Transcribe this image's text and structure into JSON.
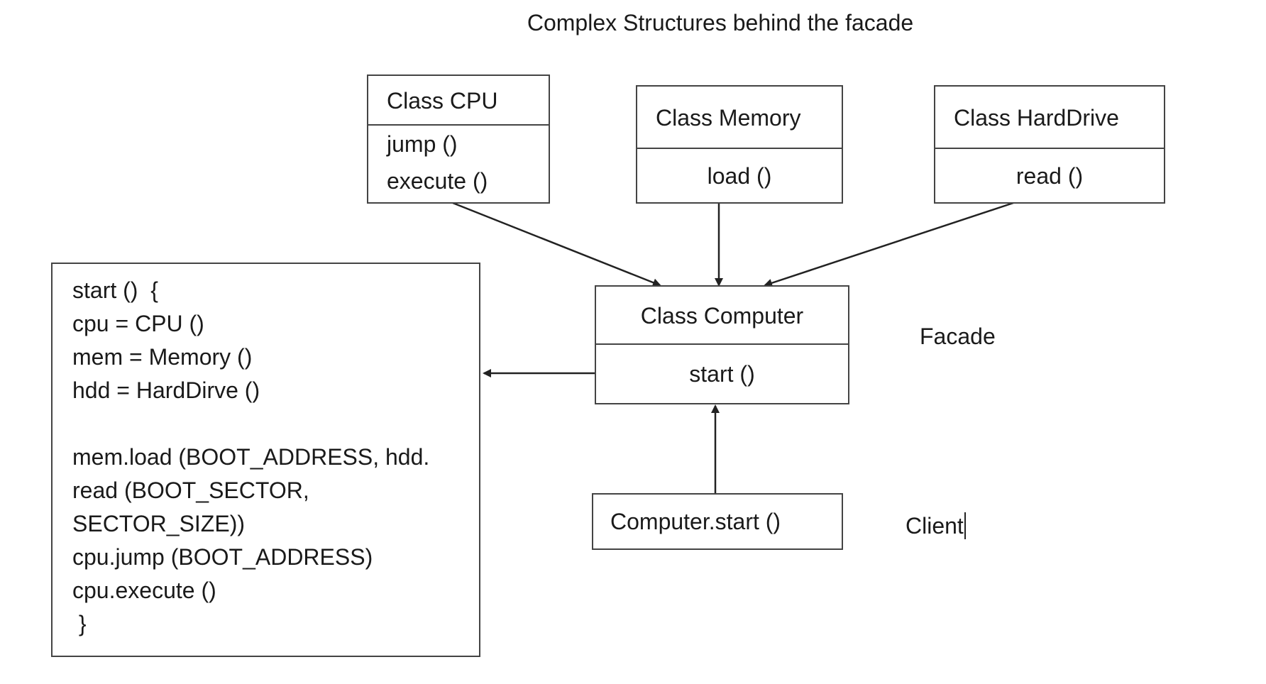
{
  "title": "Complex Structures behind the facade",
  "classes": {
    "cpu": {
      "name": "Class CPU",
      "methods": [
        "jump ()",
        "execute ()"
      ]
    },
    "memory": {
      "name": "Class Memory",
      "methods": [
        "load ()"
      ]
    },
    "harddrive": {
      "name": "Class HardDrive",
      "methods": [
        "read ()"
      ]
    },
    "computer": {
      "name": "Class Computer",
      "methods": [
        "start ()"
      ]
    }
  },
  "client_call": "Computer.start ()",
  "labels": {
    "facade": "Facade",
    "client": "Client"
  },
  "code_lines": [
    "start ()  {",
    "cpu = CPU ()",
    "mem = Memory ()",
    "hdd = HardDirve ()",
    "",
    "mem.load (BOOT_ADDRESS, hdd.",
    "read (BOOT_SECTOR,",
    "SECTOR_SIZE))",
    "cpu.jump (BOOT_ADDRESS)",
    "cpu.execute ()",
    " }"
  ],
  "colors": {
    "line": "#222222",
    "border": "#444444",
    "text": "#1a1a1a"
  }
}
